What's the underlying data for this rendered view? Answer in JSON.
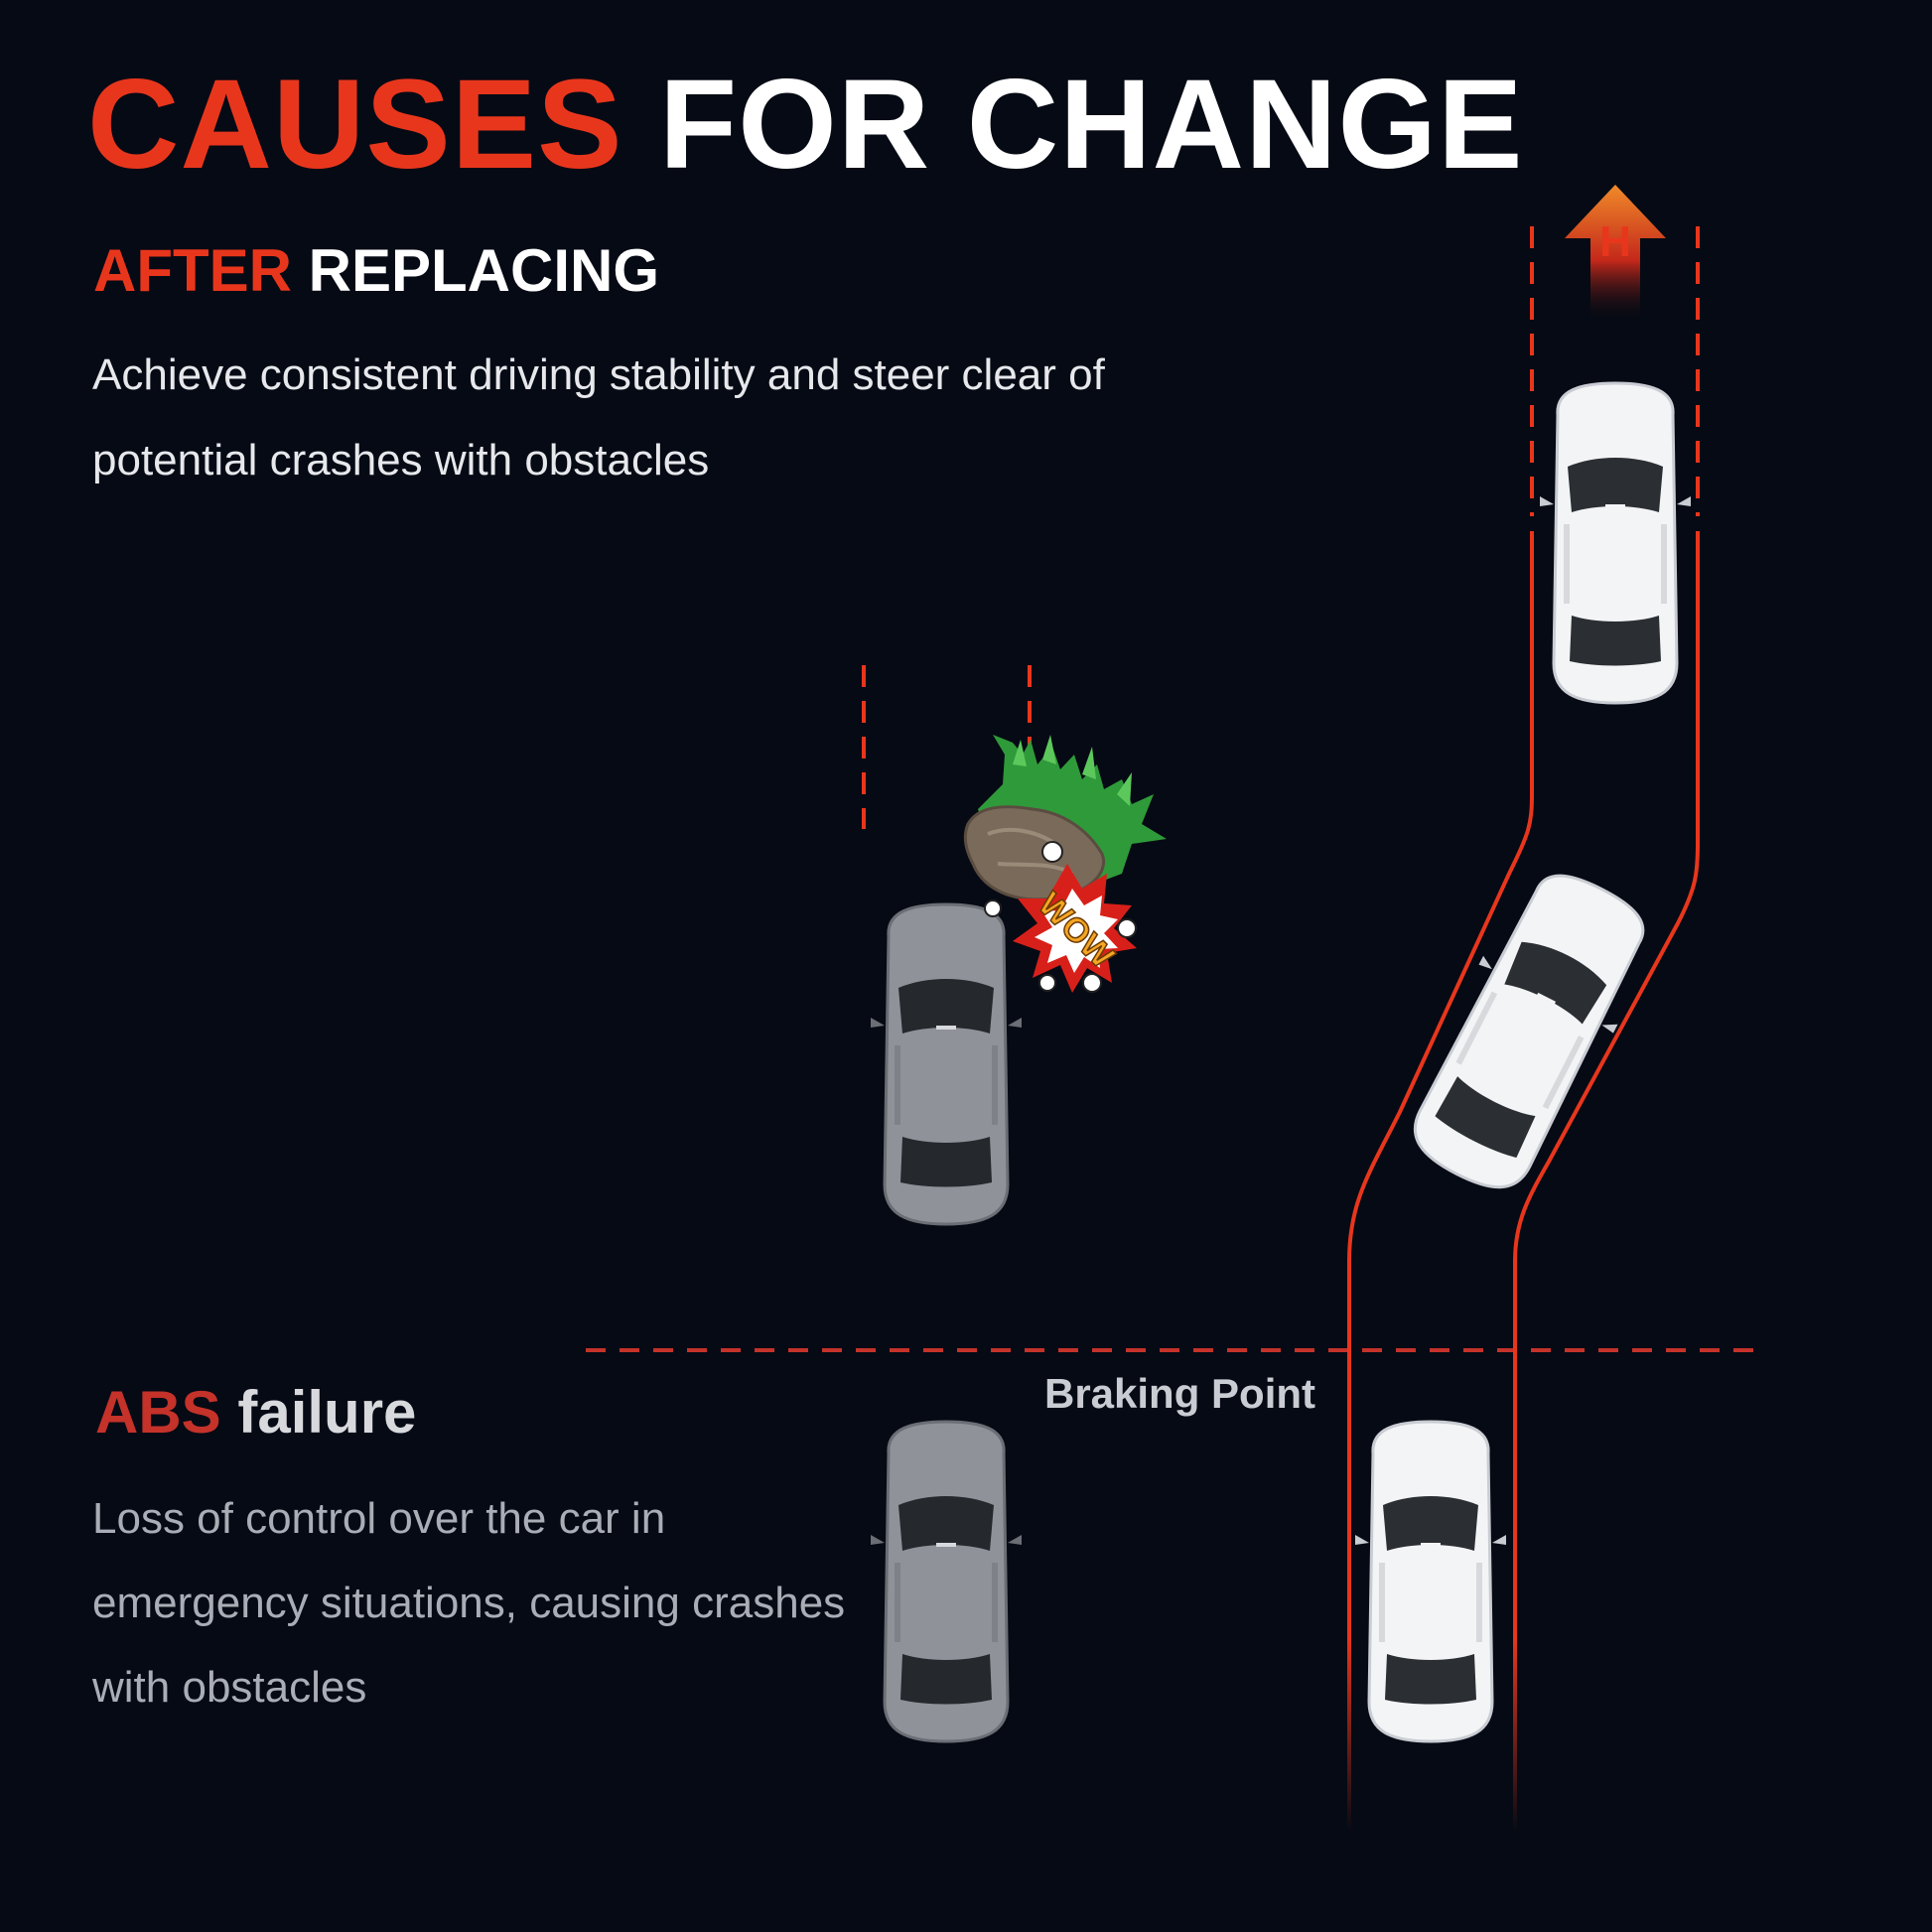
{
  "title": {
    "accent": "CAUSES",
    "rest": "FOR CHANGE"
  },
  "after_replacing": {
    "accent": "AFTER",
    "rest": "REPLACING",
    "description": "Achieve consistent driving stability and steer clear of potential crashes with obstacles"
  },
  "abs_failure": {
    "accent": "ABS",
    "rest": "failure",
    "description": "Loss of control over the car in emergency situations, causing crashes with obstacles"
  },
  "braking_point_label": "Braking Point",
  "arrow_letter": "H",
  "impact_text": "WOW",
  "colors": {
    "background": "#060a14",
    "accent_red": "#e8361d",
    "lane_line": "#e8361d",
    "gray_car": "#8b8e94",
    "white_car": "#f1f2f4"
  },
  "icons": [
    "car-icon",
    "rock-obstacle-icon",
    "impact-burst-icon",
    "up-arrow-icon"
  ]
}
